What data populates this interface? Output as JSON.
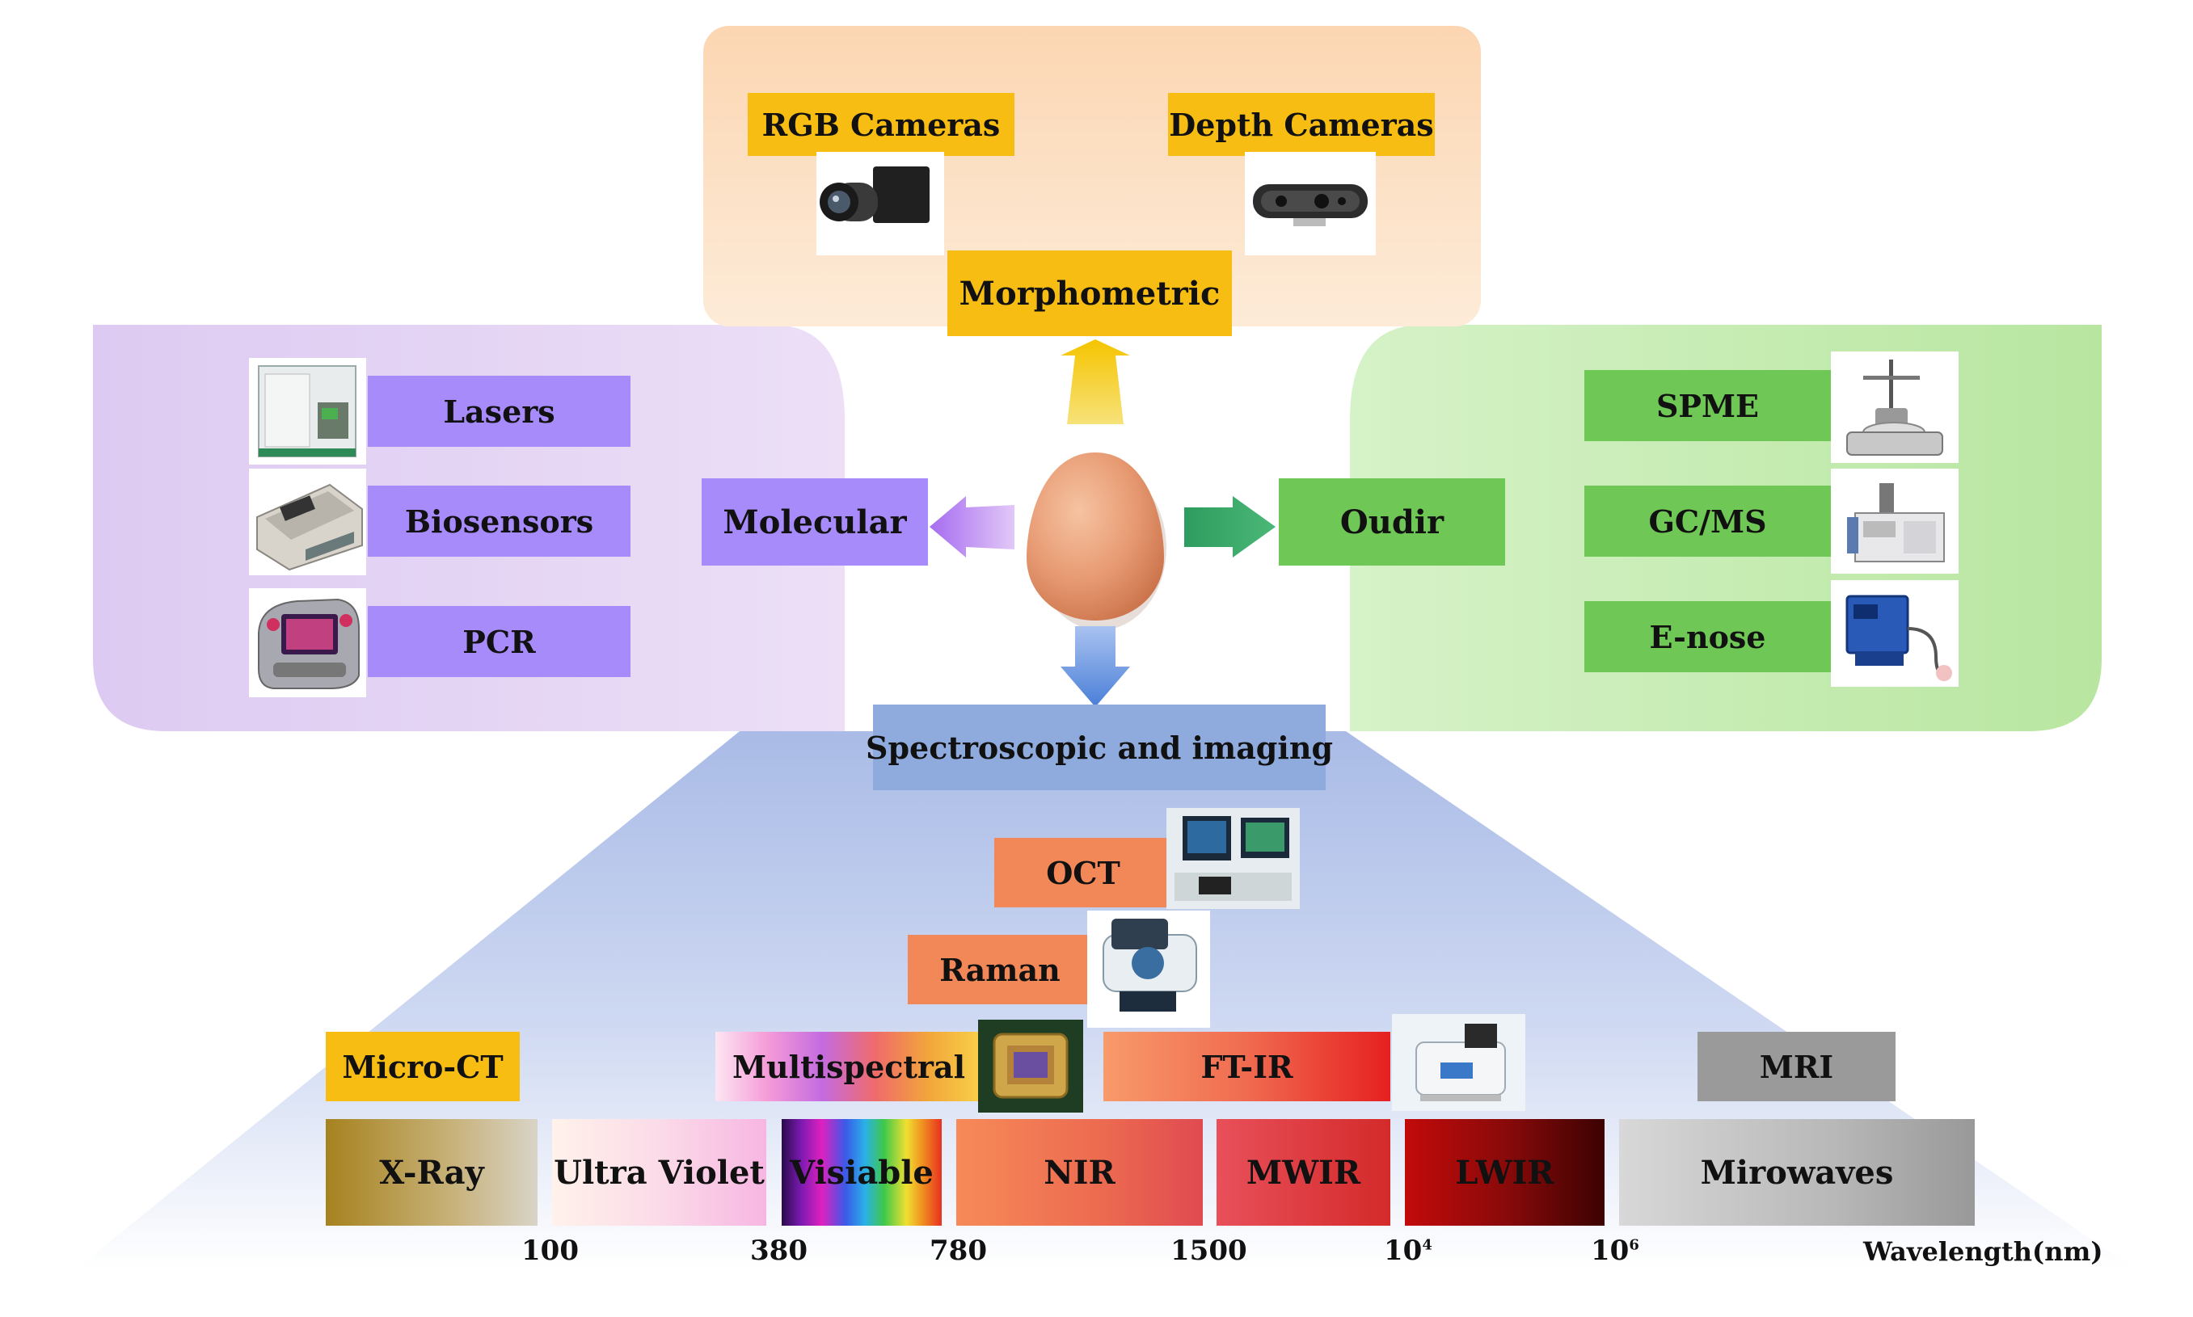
{
  "morphometric": {
    "rgb_cameras": "RGB Cameras",
    "depth_cameras": "Depth Cameras",
    "center": "Morphometric"
  },
  "molecular": {
    "center": "Molecular",
    "items": [
      "Lasers",
      "Biosensors",
      "PCR"
    ]
  },
  "odor": {
    "center": "Oudir",
    "items": [
      "SPME",
      "GC/MS",
      "E-nose"
    ]
  },
  "spectroscopic": {
    "center": "Spectroscopic and imaging",
    "techniques": {
      "oct": "OCT",
      "raman": "Raman",
      "micro_ct": "Micro-CT",
      "multispectral": "Multispectral",
      "ftir": "FT-IR",
      "mri": "MRI"
    },
    "spectrum": [
      "X-Ray",
      "Ultra Violet",
      "Visiable",
      "NIR",
      "MWIR",
      "LWIR",
      "Mirowaves"
    ],
    "ticks": [
      "100",
      "380",
      "780",
      "1500"
    ],
    "tick_10_4_base": "10",
    "tick_10_4_exp": "4",
    "tick_10_6_base": "10",
    "tick_10_6_exp": "6",
    "axis_label": "Wavelength(nm)"
  },
  "colors": {
    "morphometric_bg": "#fde4cc",
    "morphometric_label": "#f7bd12",
    "molecular_bg": "#e6d6f3",
    "molecular_label": "#a78bfa",
    "odor_bg": "#c6ecb4",
    "odor_label": "#6fc756",
    "spectro_label": "#8faadc",
    "oct_label": "#f28757",
    "micro_ct": "#f7bd12",
    "mri": "#9a9a9a"
  }
}
